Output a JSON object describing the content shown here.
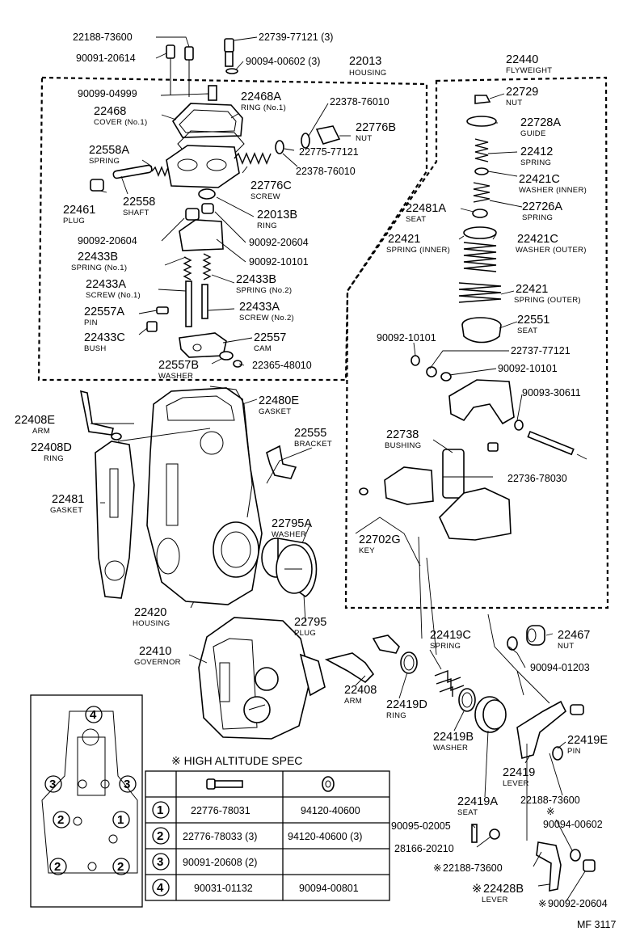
{
  "diagram": {
    "labels": {
      "p22188_73600_top": "22188-73600",
      "p90091_20614": "90091-20614",
      "p22739_77121": "22739-77121 (3)",
      "p90094_00602_3": "90094-00602 (3)",
      "p22013": "22013",
      "p22013_sub": "HOUSING",
      "p90099_04999": "90099-04999",
      "p22468": "22468",
      "p22468_sub": "COVER (No.1)",
      "p22468A": "22468A",
      "p22468A_sub": "RING (No.1)",
      "p22378_top": "22378-76010",
      "p22776B": "22776B",
      "p22776B_sub": "NUT",
      "p22775": "22775-77121",
      "p22558A": "22558A",
      "p22558A_sub": "SPRING",
      "p22378_bot": "22378-76010",
      "p22776C": "22776C",
      "p22776C_sub": "SCREW",
      "p22461": "22461",
      "p22461_sub": "PLUG",
      "p22558": "22558",
      "p22558_sub": "SHAFT",
      "p22013B": "22013B",
      "p22013B_sub": "RING",
      "p90092_20604_a": "90092-20604",
      "p90092_20604_b": "90092-20604",
      "p22433B_1": "22433B",
      "p22433B_1_sub": "SPRING (No.1)",
      "p90092_10101_a": "90092-10101",
      "p22433B_2": "22433B",
      "p22433B_2_sub": "SPRING (No.2)",
      "p22433A_1": "22433A",
      "p22433A_1_sub": "SCREW (No.1)",
      "p22557A": "22557A",
      "p22557A_sub": "PIN",
      "p22433A_2": "22433A",
      "p22433A_2_sub": "SCREW (No.2)",
      "p22433C": "22433C",
      "p22433C_sub": "BUSH",
      "p22557": "22557",
      "p22557_sub": "CAM",
      "p22557B": "22557B",
      "p22557B_sub": "WASHER",
      "p22365": "22365-48010",
      "p22440": "22440",
      "p22440_sub": "FLYWEIGHT",
      "p22729": "22729",
      "p22729_sub": "NUT",
      "p22728A": "22728A",
      "p22728A_sub": "GUIDE",
      "p22412": "22412",
      "p22412_sub": "SPRING",
      "p22421C_1": "22421C",
      "p22421C_1_sub": "WASHER (INNER)",
      "p22481A": "22481A",
      "p22481A_sub": "SEAT",
      "p22726A": "22726A",
      "p22726A_sub": "SPRING",
      "p22421_1": "22421",
      "p22421_1_sub": "SPRING (INNER)",
      "p22421C_2": "22421C",
      "p22421C_2_sub": "WASHER (OUTER)",
      "p22421_2": "22421",
      "p22421_2_sub": "SPRING (OUTER)",
      "p22551": "22551",
      "p22551_sub": "SEAT",
      "p90092_10101_b": "90092-10101",
      "p22737": "22737-77121",
      "p90092_10101_c": "90092-10101",
      "p90093_30611": "90093-30611",
      "p22408E": "22408E",
      "p22408E_sub": "ARM",
      "p22408D": "22408D",
      "p22408D_sub": "RING",
      "p22480E": "22480E",
      "p22480E_sub": "GASKET",
      "p22555": "22555",
      "p22555_sub": "BRACKET",
      "p22738": "22738",
      "p22738_sub": "BUSHING",
      "p22736": "22736-78030",
      "p22481": "22481",
      "p22481_sub": "GASKET",
      "p22795A": "22795A",
      "p22795A_sub": "WASHER",
      "p22702G": "22702G",
      "p22702G_sub": "KEY",
      "p22420": "22420",
      "p22420_sub": "HOUSING",
      "p22795": "22795",
      "p22795_sub": "PLUG",
      "p22467": "22467",
      "p22467_sub": "NUT",
      "p22410": "22410",
      "p22410_sub": "GOVERNOR",
      "p22419C": "22419C",
      "p22419C_sub": "SPRING",
      "p90094_01203": "90094-01203",
      "p22408": "22408",
      "p22408_sub": "ARM",
      "p22419D": "22419D",
      "p22419D_sub": "RING",
      "p22419B": "22419B",
      "p22419B_sub": "WASHER",
      "p22419E": "22419E",
      "p22419E_sub": "PIN",
      "p22419": "22419",
      "p22419_sub": "LEVER",
      "p22188_73600_mid": "22188-73600",
      "p22419A": "22419A",
      "p22419A_sub": "SEAT",
      "p90095_02005": "90095-02005",
      "p90094_00602_b": "90094-00602",
      "p28166": "28166-20210",
      "p22188_73600_bot": "22188-73600",
      "p22428B": "22428B",
      "p22428B_sub": "LEVER",
      "p90092_20604_c": "90092-20604",
      "footer": "MF 3117"
    },
    "asterisk": "※",
    "circled": {
      "one": "1",
      "two": "2",
      "three": "3",
      "four": "4"
    }
  },
  "spec_table": {
    "title": "※ HIGH ALTITUDE SPEC",
    "rows": [
      {
        "key": "1",
        "bolt": "22776-78031",
        "nut": "94120-40600"
      },
      {
        "key": "2",
        "bolt": "22776-78033 (3)",
        "nut": "94120-40600 (3)"
      },
      {
        "key": "3",
        "bolt": "90091-20608 (2)",
        "nut": ""
      },
      {
        "key": "4",
        "bolt": "90031-01132",
        "nut": "90094-00801"
      }
    ]
  }
}
